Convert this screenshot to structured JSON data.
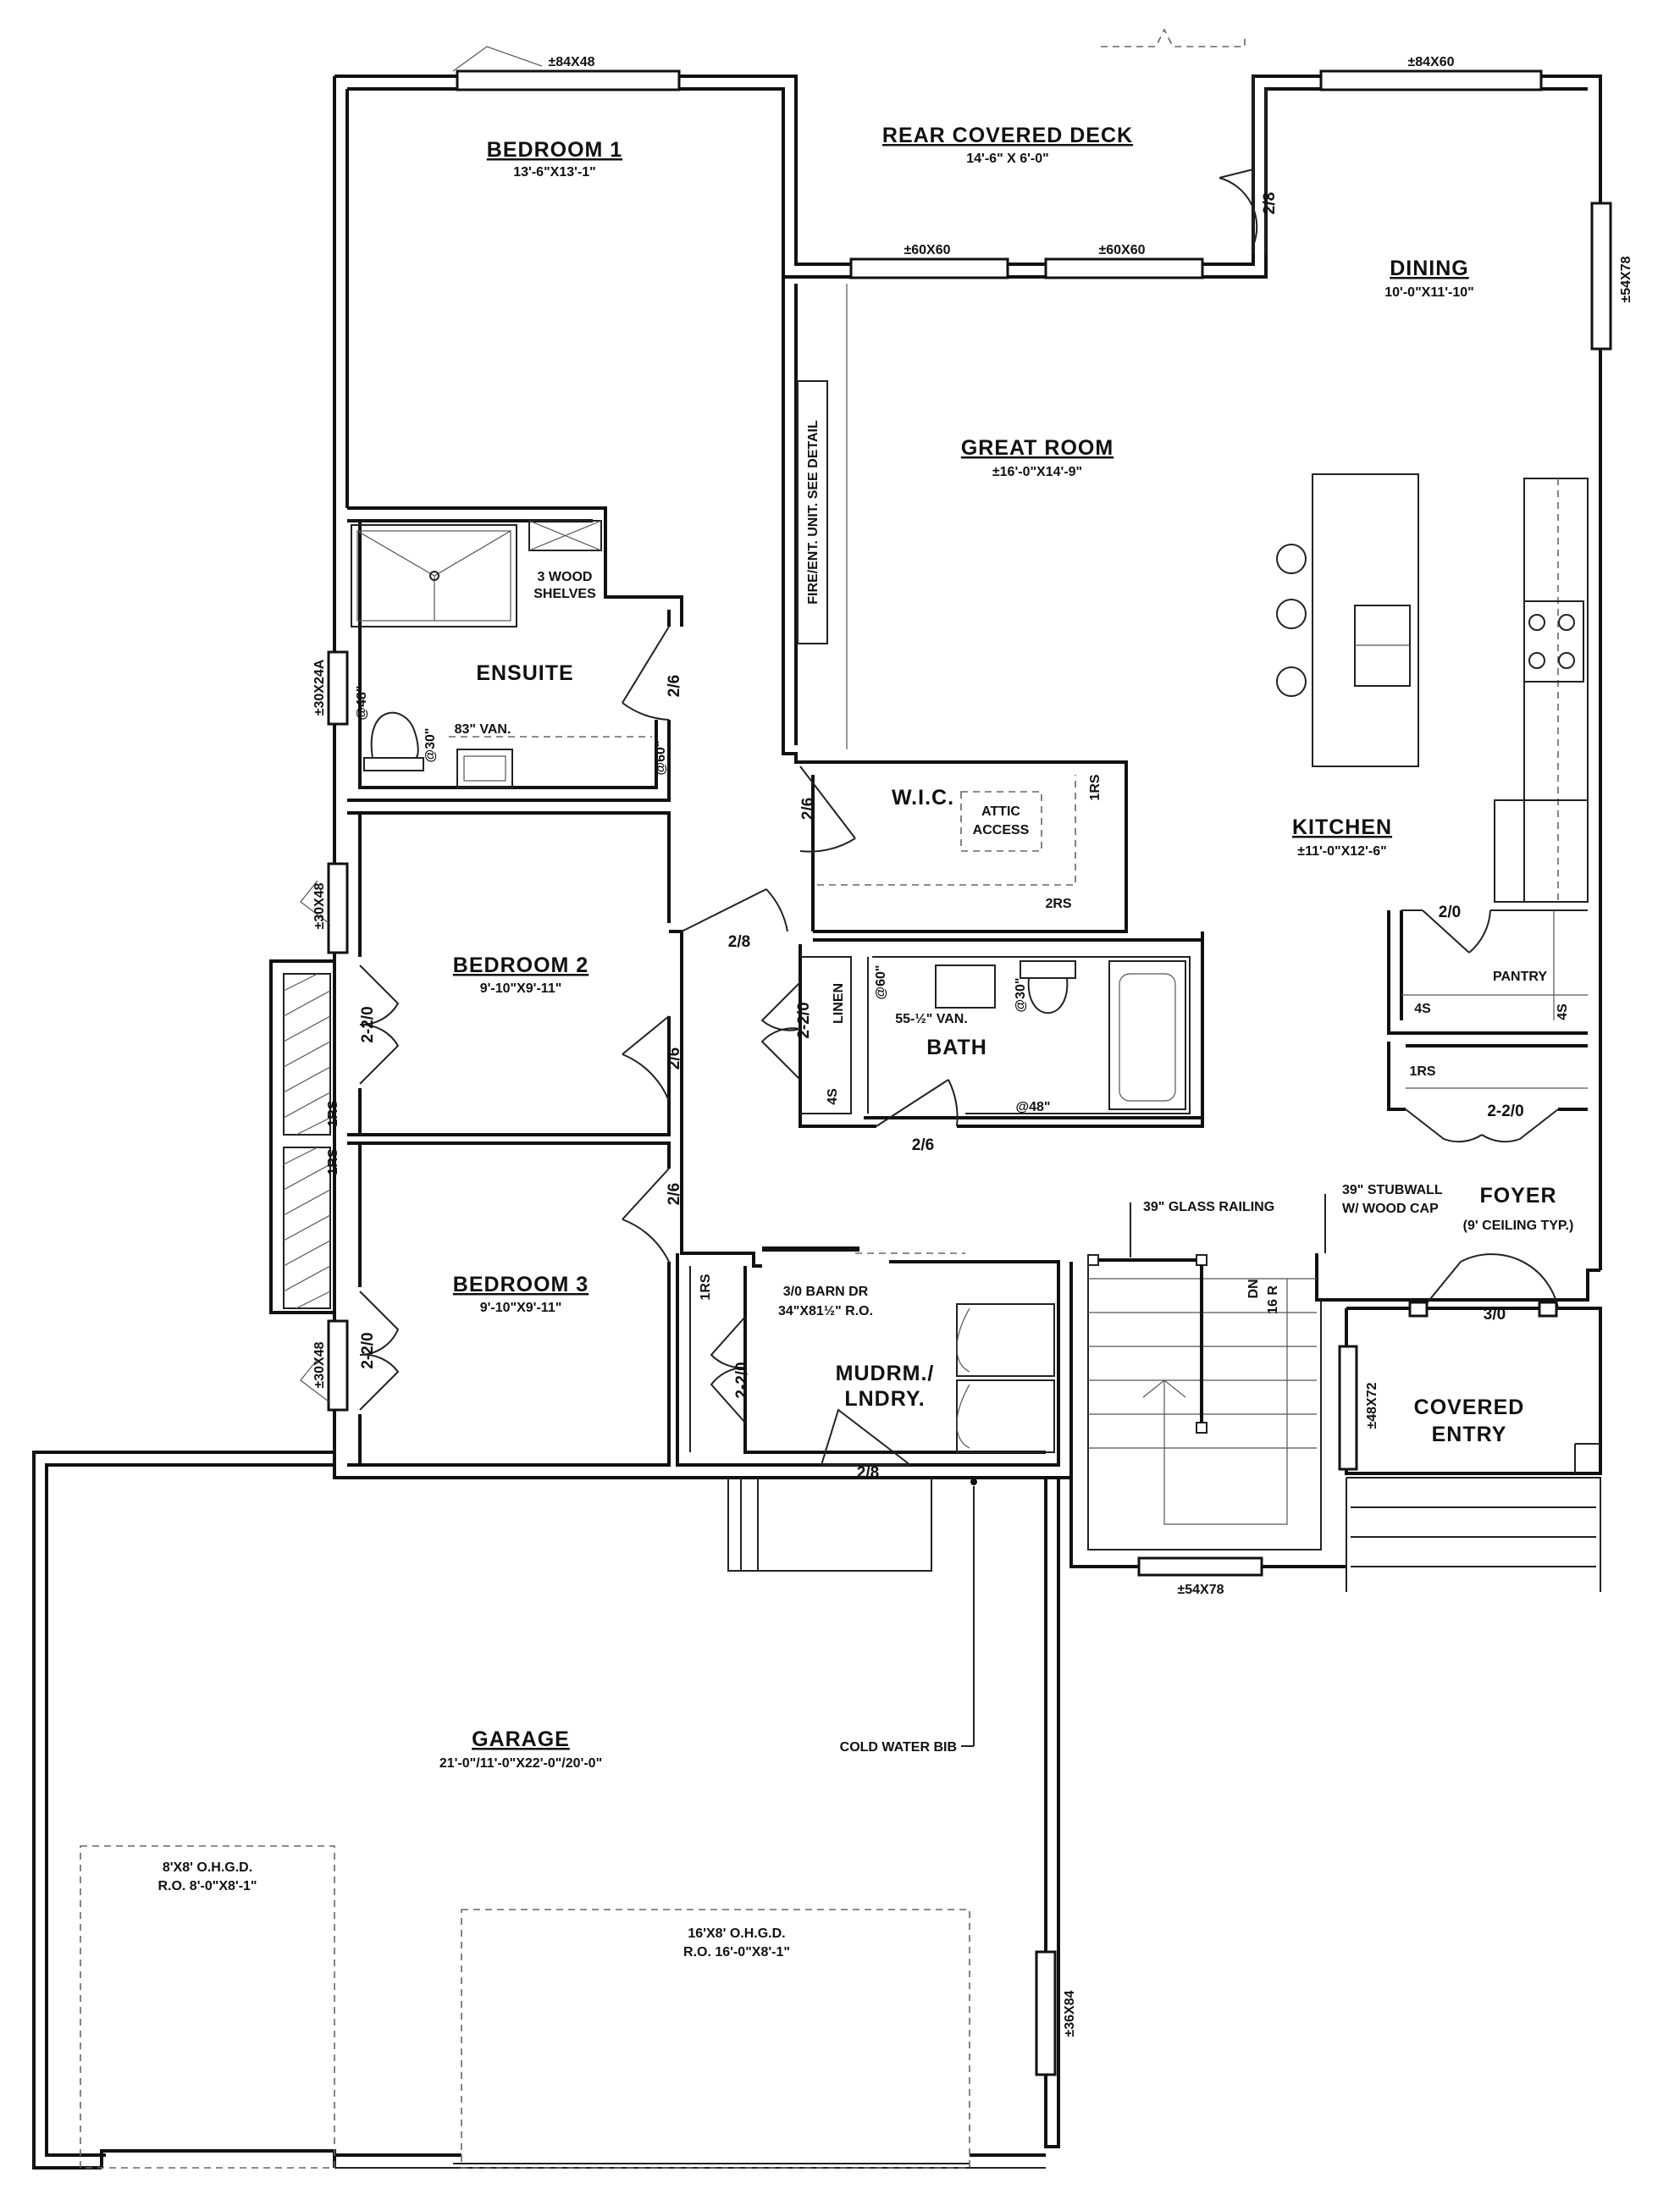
{
  "rooms": {
    "bedroom1": {
      "name": "BEDROOM 1",
      "dims": "13'-6\"X13'-1\""
    },
    "rear_deck": {
      "name": "REAR COVERED DECK",
      "dims": "14'-6\" X 6'-0\""
    },
    "dining": {
      "name": "DINING",
      "dims": "10'-0\"X11'-10\""
    },
    "great_room": {
      "name": "GREAT ROOM",
      "dims": "±16'-0\"X14'-9\""
    },
    "ensuite": {
      "name": "ENSUITE"
    },
    "wic": {
      "name": "W.I.C."
    },
    "kitchen": {
      "name": "KITCHEN",
      "dims": "±11'-0\"X12'-6\""
    },
    "pantry": {
      "name": "PANTRY"
    },
    "bedroom2": {
      "name": "BEDROOM 2",
      "dims": "9'-10\"X9'-11\""
    },
    "bath": {
      "name": "BATH"
    },
    "foyer": {
      "name": "FOYER",
      "note": "(9' CEILING TYP.)"
    },
    "bedroom3": {
      "name": "BEDROOM 3",
      "dims": "9'-10\"X9'-11\""
    },
    "mudroom_line1": "MUDRM./",
    "mudroom_line2": "LNDRY.",
    "covered_entry_line1": "COVERED",
    "covered_entry_line2": "ENTRY",
    "garage": {
      "name": "GARAGE",
      "dims": "21'-0\"/11'-0\"X22'-0\"/20'-0\""
    }
  },
  "windows": {
    "w_top_left": "±84X48",
    "w_top_right": "±84X60",
    "w_gr_1": "±60X60",
    "w_gr_2": "±60X60",
    "w_dining": "±54X78",
    "w_ensuite": "±30X24A",
    "w_bed2": "±30X48",
    "w_bed3": "±30X48",
    "w_stair": "±54X78",
    "w_entry": "±48X72",
    "w_garage": "±36X84"
  },
  "doors": {
    "d_deck": "2/8",
    "d_ensuite": "2/6",
    "d_wic": "2/6",
    "d_hall": "2/8",
    "d_linen": "2-2/0",
    "d_bed2_closet": "2-2/0",
    "d_bed2": "2/6",
    "d_bath": "2/6",
    "d_pantry": "2/0",
    "d_foyer_closet": "2-2/0",
    "d_bed3_closet": "2-2/0",
    "d_bed3": "2/6",
    "d_mud_closet": "2-2/0",
    "d_mud_garage": "2/8",
    "d_front": "3/0"
  },
  "labels": {
    "shelves_line1": "3 WOOD",
    "shelves_line2": "SHELVES",
    "fireplace": "FIRE/ENT. UNIT. SEE DETAIL",
    "ensuite_vanity": "83\" VAN.",
    "ens_at48": "@48\"",
    "ens_at30": "@30\"",
    "ens_at60": "@60\"",
    "attic_line1": "ATTIC",
    "attic_line2": "ACCESS",
    "wic_1rs": "1RS",
    "wic_2rs": "2RS",
    "linen": "LINEN",
    "linen_4s": "4S",
    "bath_at60": "@60\"",
    "bath_vanity": "55-½\" VAN.",
    "bath_at30": "@30\"",
    "bath_at48": "@48\"",
    "pantry_4s_left": "4S",
    "pantry_4s_right": "4S",
    "foyer_1rs": "1RS",
    "bed2_1rs": "1RS",
    "bed3_1rs": "1RS",
    "mud_1rs": "1RS",
    "barn_door_line1": "3/0 BARN DR",
    "barn_door_line2": "34\"X81½\" R.O.",
    "glass_railing": "39\" GLASS RAILING",
    "stubwall_line1": "39\" STUBWALL",
    "stubwall_line2": "W/ WOOD CAP",
    "stair_dn": "DN",
    "stair_risers": "16 R",
    "cold_water_bib": "COLD WATER BIB",
    "ohgd_small_line1": "8'X8' O.H.G.D.",
    "ohgd_small_line2": "R.O. 8'-0\"X8'-1\"",
    "ohgd_large_line1": "16'X8' O.H.G.D.",
    "ohgd_large_line2": "R.O. 16'-0\"X8'-1\""
  }
}
